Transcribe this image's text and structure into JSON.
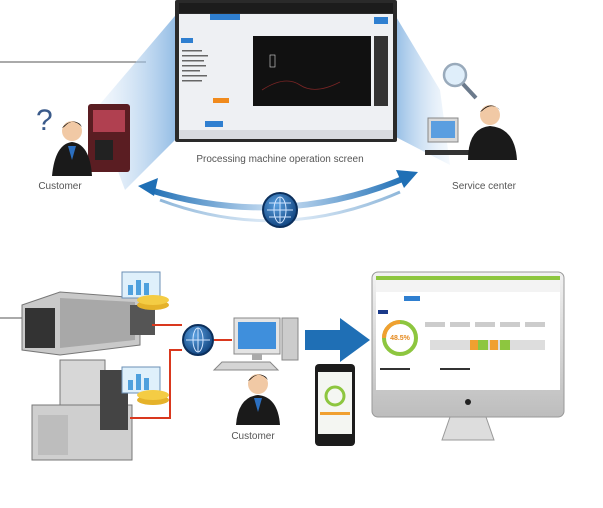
{
  "top_section": {
    "caption": "Processing machine operation screen",
    "customer_label": "Customer",
    "service_center_label": "Service center",
    "question_mark": "?"
  },
  "bottom_section": {
    "customer_label": "Customer",
    "dashboard_percent": "48.5%"
  },
  "colors": {
    "arrow_blue": "#1f6fb5",
    "link_red": "#d9381e",
    "beam_blue": "#9cc3ea",
    "dashboard_green": "#8dc63f",
    "dashboard_orange": "#f0a030"
  }
}
